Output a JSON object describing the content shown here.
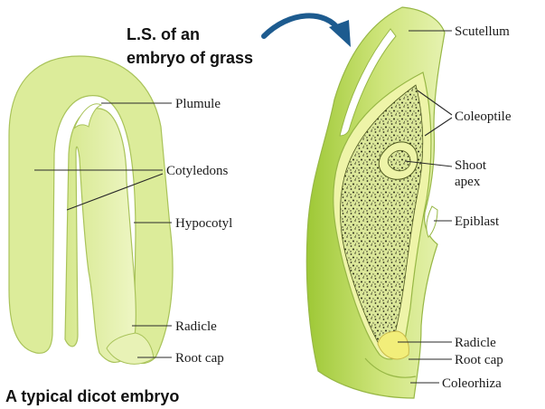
{
  "titles": {
    "grass_line1": "L.S. of an",
    "grass_line2": "embryo of grass",
    "dicot": "A typical dicot embryo"
  },
  "dicot_labels": {
    "plumule": "Plumule",
    "cotyledons": "Cotyledons",
    "hypocotyl": "Hypocotyl",
    "radicle": "Radicle",
    "root_cap": "Root cap"
  },
  "grass_labels": {
    "scutellum": "Scutellum",
    "coleoptile": "Coleoptile",
    "shoot_apex_1": "Shoot",
    "shoot_apex_2": "apex",
    "epiblast": "Epiblast",
    "radicle": "Radicle",
    "root_cap": "Root cap",
    "coleorhiza": "Coleorhiza"
  },
  "colors": {
    "embryo_light": "#e3f0a8",
    "embryo_mid": "#cfe285",
    "scutellum_dark": "#a8cc3e",
    "coleoptile_fill": "#eef4a8",
    "yellow_patch": "#f2ee7a",
    "arrow_blue": "#1d5b8f"
  }
}
